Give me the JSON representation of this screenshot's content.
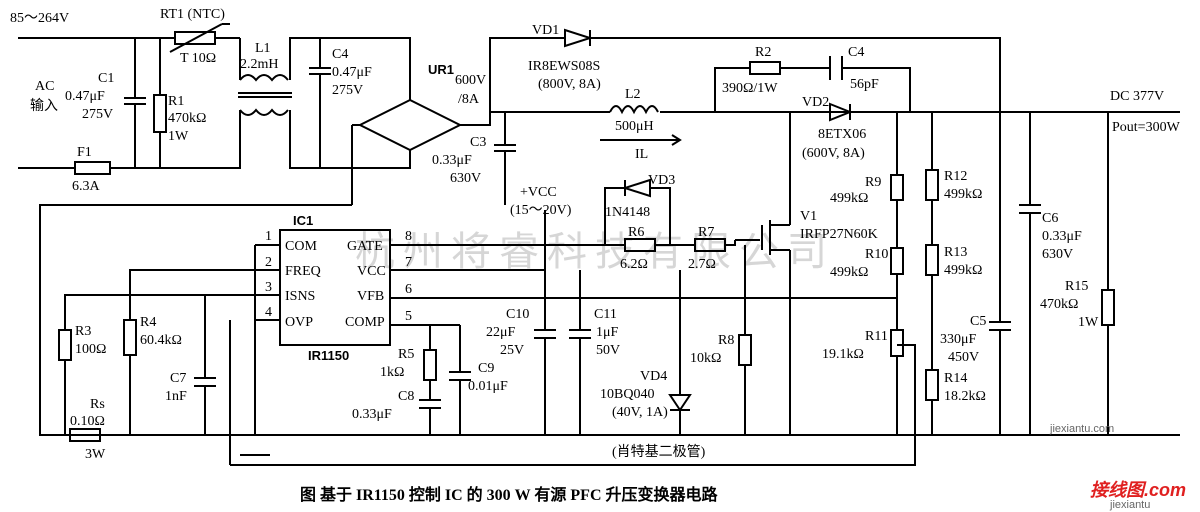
{
  "watermark": "杭州将睿科技有限公司",
  "caption": "图    基于 IR1150 控制 IC 的 300 W 有源 PFC 升压变换器电路",
  "logo": {
    "text": "接线图.com",
    "url": "jiexiantu",
    "small": "jiexiantu.com"
  },
  "labels": {
    "input_voltage": "85～264V",
    "ac": "AC",
    "input": "输入",
    "rt1": "RT1 (NTC)",
    "rt1_value": "T 10Ω",
    "l1": "L1",
    "l1_value": "2.2mH",
    "c1": "C1",
    "c1_value": "0.47μF",
    "c1_voltage": "275V",
    "r1": "R1",
    "r1_value": "470kΩ",
    "r1_power": "1W",
    "f1": "F1",
    "f1_value": "6.3A",
    "c4_input": "C4",
    "c4_input_value": "0.47μF",
    "c4_input_voltage": "275V",
    "ur1": "UR1",
    "ur1_voltage": "600V",
    "ur1_current": "/8A",
    "c3": "C3",
    "c3_value": "0.33μF",
    "c3_voltage": "630V",
    "vd1": "VD1",
    "vd1_part": "IR8EWS08S",
    "vd1_rating": "(800V, 8A)",
    "l2": "L2",
    "l2_value": "500μH",
    "il": "IL",
    "r2": "R2",
    "r2_value": "390Ω/1W",
    "c4_snubber": "C4",
    "c4_snubber_value": "56pF",
    "vd2": "VD2",
    "vd2_part": "8ETX06",
    "vd2_rating": "(600V, 8A)",
    "dc_output": "DC 377V",
    "pout": "Pout=300W",
    "vcc": "+VCC",
    "vcc_range": "(15～20V)",
    "vd3": "VD3",
    "vd3_part": "1N4148",
    "r6": "R6",
    "r6_value": "6.2Ω",
    "r7": "R7",
    "r7_value": "2.7Ω",
    "v1": "V1",
    "v1_part": "IRFP27N60K",
    "r9": "R9",
    "r9_value": "499kΩ",
    "r10": "R10",
    "r10_value": "499kΩ",
    "r11": "R11",
    "r11_value": "19.1kΩ",
    "r12": "R12",
    "r12_value": "499kΩ",
    "r13": "R13",
    "r13_value": "499kΩ",
    "r14": "R14",
    "r14_value": "18.2kΩ",
    "c5": "C5",
    "c5_value": "330μF",
    "c5_voltage": "450V",
    "c6": "C6",
    "c6_value": "0.33μF",
    "c6_voltage": "630V",
    "r15": "R15",
    "r15_value": "470kΩ",
    "r15_power": "1W",
    "ic1": "IC1",
    "ic1_part": "IR1150",
    "r3": "R3",
    "r3_value": "100Ω",
    "r4": "R4",
    "r4_value": "60.4kΩ",
    "c7": "C7",
    "c7_value": "1nF",
    "rs": "Rs",
    "rs_value": "0.10Ω",
    "rs_power": "3W",
    "r5": "R5",
    "r5_value": "1kΩ",
    "c8": "C8",
    "c8_value": "0.33μF",
    "c9": "C9",
    "c9_value": "0.01μF",
    "c10": "C10",
    "c10_value": "22μF",
    "c10_voltage": "25V",
    "c11": "C11",
    "c11_value": "1μF",
    "c11_voltage": "50V",
    "vd4": "VD4",
    "vd4_part": "10BQ040",
    "vd4_rating": "(40V, 1A)",
    "schottky": "(肖特基二极管)",
    "r8": "R8",
    "r8_value": "10kΩ"
  },
  "ic_pins": {
    "com": "COM",
    "freq": "FREQ",
    "isns": "ISNS",
    "ovp": "OVP",
    "gate": "GATE",
    "vcc": "VCC",
    "vfb": "VFB",
    "comp": "COMP",
    "n1": "1",
    "n2": "2",
    "n3": "3",
    "n4": "4",
    "n5": "5",
    "n6": "6",
    "n7": "7",
    "n8": "8"
  }
}
